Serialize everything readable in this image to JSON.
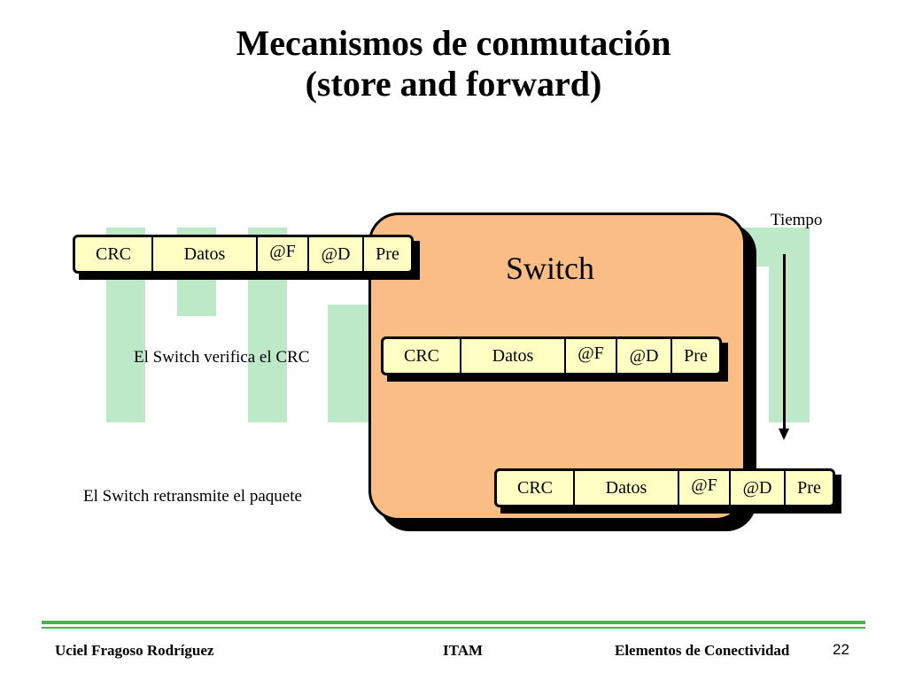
{
  "title": {
    "line1": "Mecanismos de conmutación",
    "line2": "(store and forward)"
  },
  "switch_label": "Switch",
  "time_label": "Tiempo",
  "packet": {
    "crc": "CRC",
    "datos": "Datos",
    "src": "@F",
    "dst": "@D",
    "pre": "Pre"
  },
  "captions": {
    "verify": "El Switch verifica el CRC",
    "retransmit": "El Switch retransmite el paquete"
  },
  "footer": {
    "author": "Uciel Fragoso Rodríguez",
    "institution": "ITAM",
    "topic": "Elementos de Conectividad",
    "page": "22"
  },
  "colors": {
    "packet_fill": "#ffffc4",
    "switch_fill": "#fbbd86",
    "background_bars": "#bde9c8",
    "footer_rule": "#4fb04f"
  }
}
